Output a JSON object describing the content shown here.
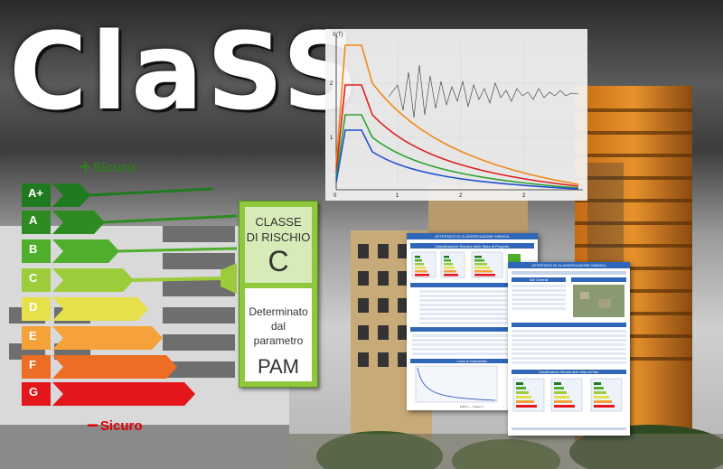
{
  "logo": "ClaSS",
  "scale": {
    "safe_label": "Sicuro",
    "unsafe_label": "Sicuro",
    "plus_symbol": "+",
    "minus_symbol": "−",
    "classes": [
      {
        "label": "A+",
        "color": "#1f7a1f"
      },
      {
        "label": "A",
        "color": "#2e8b22"
      },
      {
        "label": "B",
        "color": "#4fae2c"
      },
      {
        "label": "C",
        "color": "#9ccc3c"
      },
      {
        "label": "D",
        "color": "#e6e14a"
      },
      {
        "label": "E",
        "color": "#f5a23a"
      },
      {
        "label": "F",
        "color": "#ee6d25"
      },
      {
        "label": "G",
        "color": "#e5161b"
      }
    ]
  },
  "risk_panel": {
    "title_line1": "CLASSE",
    "title_line2": "DI RISCHIO",
    "class_value": "C",
    "determined_line1": "Determinato",
    "determined_line2": "dal parametro",
    "parameter": "PAM"
  },
  "spectrum_chart": {
    "ylabel": "S(T)",
    "x_ticks": [
      "0",
      "1",
      "2",
      "2"
    ],
    "y_ticks": [
      "2",
      "1"
    ],
    "curve_colors": [
      "#f08a1a",
      "#e01e1e",
      "#2ea32e",
      "#2050d0"
    ]
  },
  "report_doc_1": {
    "header": "ATTESTATO DI CLASSIFICAZIONE SISMICA",
    "section1": "Classificazione Sismica dello Stato di Progetto",
    "section2": "Curva di Vulnerabilità",
    "status": "Edificio — Classe C"
  },
  "report_doc_2": {
    "header": "ATTESTATO DI CLASSIFICAZIONE SISMICA",
    "section1": "Dati Generali",
    "section2": "Classificazione Sismica dello Stato di Fatto"
  }
}
